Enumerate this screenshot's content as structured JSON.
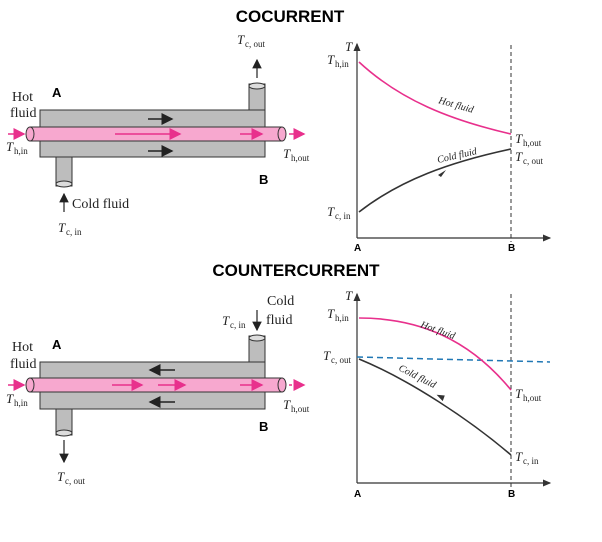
{
  "cocurrent": {
    "title": "COCURRENT",
    "hot_fluid": "Hot\nfluid",
    "hot_line1": "Hot",
    "hot_line2": "fluid",
    "cold_fluid": "Cold fluid",
    "point_a": "A",
    "point_b": "B",
    "th_in_T": "T",
    "th_in_sub": "h,in",
    "th_out_T": "T",
    "th_out_sub": "h,out",
    "tc_out_T": "T",
    "tc_out_sub": "c, out",
    "tc_in_T": "T",
    "tc_in_sub": "c, in",
    "graph": {
      "y_axis": "T",
      "th_in_T": "T",
      "th_in_sub": "h,in",
      "th_out_T": "T",
      "th_out_sub": "h,out",
      "tc_out_T": "T",
      "tc_out_sub": "c, out",
      "tc_in_T": "T",
      "tc_in_sub": "c, in",
      "hot_curve": "Hot fluid",
      "cold_curve": "Cold fluid",
      "x_a": "A",
      "x_b": "B"
    }
  },
  "countercurrent": {
    "title": "COUNTERCURRENT",
    "hot_line1": "Hot",
    "hot_line2": "fluid",
    "cold_line1": "Cold",
    "cold_line2": "fluid",
    "point_a": "A",
    "point_b": "B",
    "th_in_T": "T",
    "th_in_sub": "h,in",
    "th_out_T": "T",
    "th_out_sub": "h,out",
    "tc_in_T": "T",
    "tc_in_sub": "c, in",
    "tc_out_T": "T",
    "tc_out_sub": "c, out",
    "graph": {
      "y_axis": "T",
      "th_in_T": "T",
      "th_in_sub": "h,in",
      "tc_out_T": "T",
      "tc_out_sub": "c, out",
      "th_out_T": "T",
      "th_out_sub": "h,out",
      "tc_in_T": "T",
      "tc_in_sub": "c, in",
      "hot_curve": "Hot fluid",
      "cold_curve": "Cold fluid",
      "x_a": "A",
      "x_b": "B"
    }
  },
  "colors": {
    "hot": "#e8308c",
    "cold": "#333333",
    "shell": "#bdbdbd",
    "tube": "#f7a8cf",
    "dashed_blue": "#1f77b4"
  }
}
